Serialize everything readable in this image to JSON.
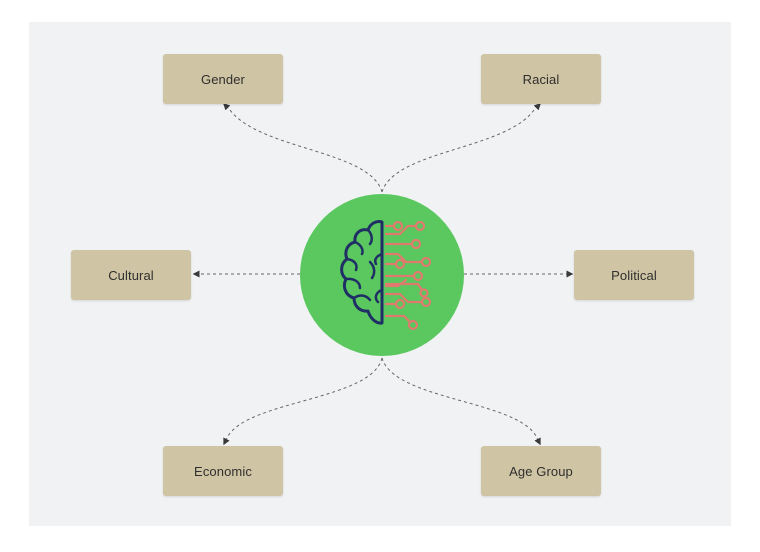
{
  "diagram": {
    "center": {
      "icon": "brain-circuit-icon"
    },
    "nodes": {
      "gender": "Gender",
      "racial": "Racial",
      "cultural": "Cultural",
      "political": "Political",
      "economic": "Economic",
      "age_group": "Age Group"
    },
    "colors": {
      "background": "#f0f2f4",
      "node_fill": "#cfc4a3",
      "hub_fill": "#5ac85e",
      "brain_stroke": "#1f2f66",
      "circuit_stroke": "#e07a6f",
      "connector": "#555555"
    }
  }
}
